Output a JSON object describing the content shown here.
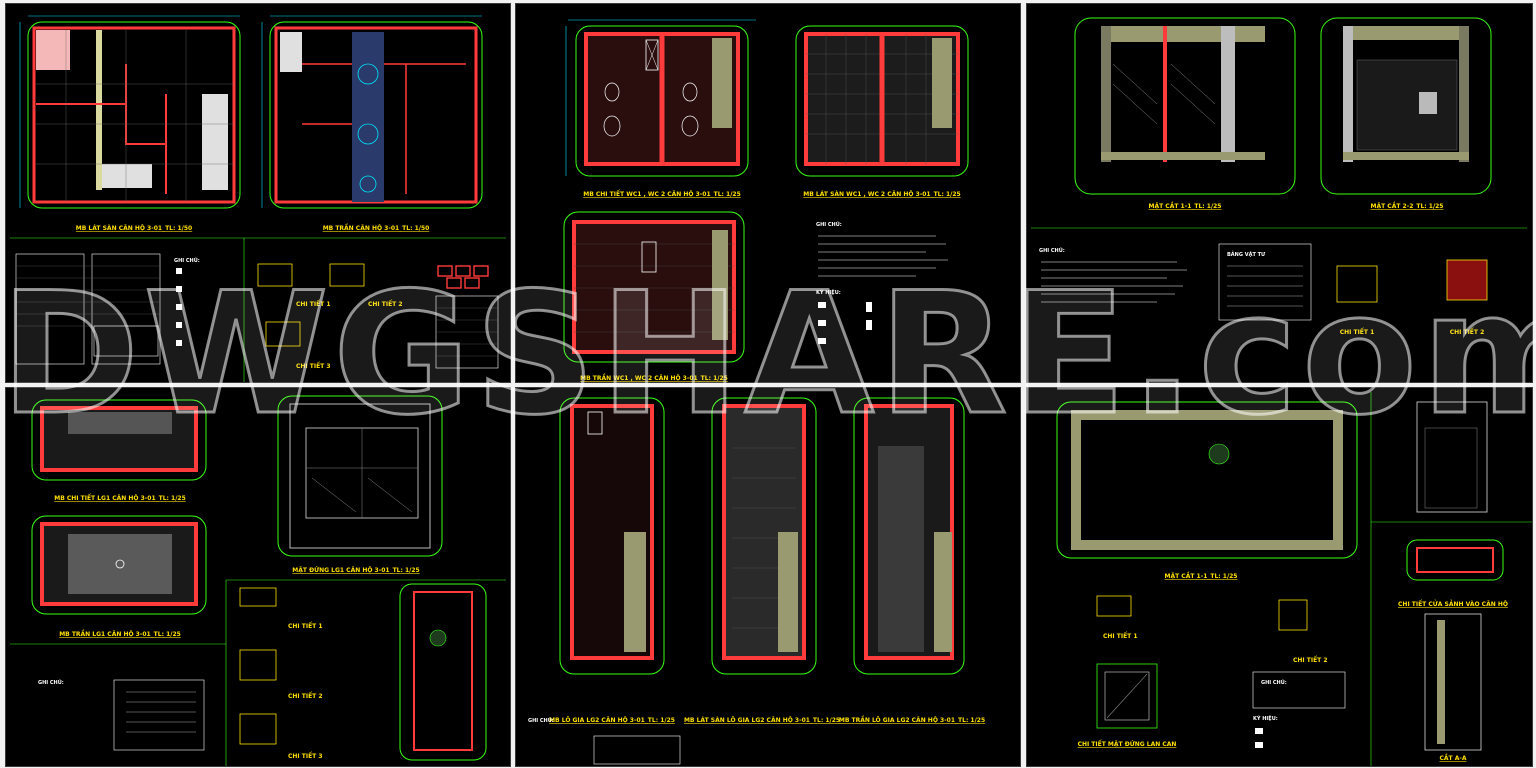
{
  "watermark": "DWGSHARE.com",
  "colors": {
    "background": "#000000",
    "wall": "#ff3b3b",
    "dimension": "#00e5ff",
    "grid": "#39ff14",
    "label": "#ffe000",
    "hatch": "#bfbfbf",
    "text": "#ffffff"
  },
  "sheets": [
    {
      "key": "s1",
      "captions": [
        "MB LÁT SÀN CĂN HỘ 3-01_TL: 1/50",
        "MB TRẦN CĂN HỘ 3-01_TL: 1/50"
      ],
      "details": [
        "CHI TIẾT 1",
        "CHI TIẾT 2",
        "CHI TIẾT 3"
      ],
      "note": "GHI CHÚ:"
    },
    {
      "key": "s2",
      "captions": [
        "MB CHI TIẾT WC1 , WC 2 CĂN HỘ 3-01_TL: 1/25",
        "MB LÁT SÀN WC1 , WC 2 CĂN HỘ 3-01_TL: 1/25",
        "MB TRẦN WC1 , WC 2 CĂN HỘ 3-01_TL: 1/25"
      ],
      "note": "GHI CHÚ:",
      "symbols": "KÝ HIỆU:"
    },
    {
      "key": "s3",
      "captions": [
        "MẶT CẮT 1-1_TL: 1/25",
        "MẶT CẮT 2-2_TL: 1/25"
      ],
      "details": [
        "CHI TIẾT 1",
        "CHI TIẾT 2"
      ],
      "note": "GHI CHÚ:",
      "box_title": "BẢNG VẬT TƯ"
    },
    {
      "key": "s4",
      "captions": [
        "MB CHI TIẾT LG1 CĂN HỘ 3-01_TL: 1/25",
        "MB TRẦN LG1 CĂN HỘ 3-01_TL: 1/25",
        "MẶT ĐỨNG LG1 CĂN HỘ 3-01_TL: 1/25"
      ],
      "details": [
        "CHI TIẾT 1",
        "CHI TIẾT 2",
        "CHI TIẾT 3"
      ],
      "note": "GHI CHÚ:"
    },
    {
      "key": "s5",
      "captions": [
        "MB LÔ GIA LG2 CĂN HỘ 3-01_TL: 1/25",
        "MB LÁT SÀN LÔ GIA LG2 CĂN HỘ 3-01_TL: 1/25",
        "MB TRẦN LÔ GIA LG2 CĂN HỘ 3-01_TL: 1/25"
      ],
      "note": "GHI CHÚ:"
    },
    {
      "key": "s6",
      "captions": [
        "MẶT CẮT 1-1_TL: 1/25",
        "CHI TIẾT CỬA SẢNH VÀO CĂN HỘ",
        "CHI TIẾT MẶT ĐỨNG LAN CAN",
        "CẮT A-A"
      ],
      "details": [
        "CHI TIẾT 1",
        "CHI TIẾT 2"
      ],
      "note": "GHI CHÚ:",
      "symbols": "KÝ HIỆU:"
    }
  ]
}
